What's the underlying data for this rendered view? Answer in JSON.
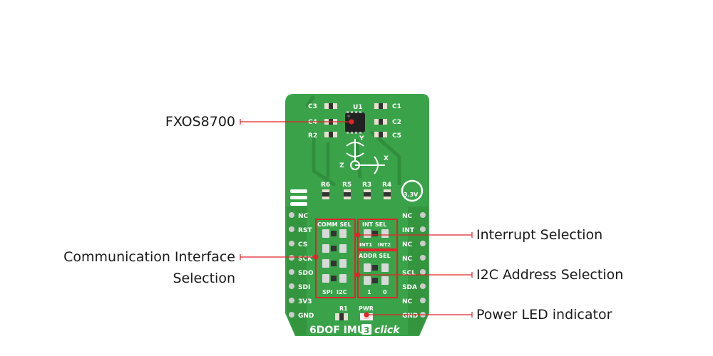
{
  "callouts": {
    "fxos8700": "FXOS8700",
    "comm_interface_line1": "Communication Interface",
    "comm_interface_line2": "Selection",
    "interrupt_selection": "Interrupt Selection",
    "i2c_address_selection": "I2C Address Selection",
    "power_led": "Power LED indicator"
  },
  "board": {
    "name": "6DOF IMU",
    "number": "3",
    "suffix": "click",
    "voltage": "3.3V",
    "chip_label": "U1",
    "components": {
      "c3": "C3",
      "c4": "C4",
      "r2": "R2",
      "c1": "C1",
      "c2": "C2",
      "c5": "C5",
      "r6": "R6",
      "r5": "R5",
      "r3": "R3",
      "r4": "R4",
      "r1": "R1",
      "pwr": "PWR"
    },
    "axes": {
      "x": "X",
      "y": "Y",
      "z": "Z"
    },
    "jumpers": {
      "comm_sel": "COMM SEL",
      "spi": "SPI",
      "i2c": "I2C",
      "int_sel": "INT SEL",
      "int1": "INT1",
      "int2": "INT2",
      "addr_sel": "ADDR SEL",
      "addr_1": "1",
      "addr_0": "0"
    },
    "left_pins": [
      "NC",
      "RST",
      "CS",
      "SCK",
      "SDO",
      "SDI",
      "3V3",
      "GND"
    ],
    "right_pins": [
      "NC",
      "INT",
      "NC",
      "NC",
      "SCL",
      "SDA",
      "NC",
      "GND"
    ]
  },
  "colors": {
    "pcb_green": "#3aa34a",
    "pcb_dark": "#2e8a3b",
    "accent_red": "#e0242a",
    "silk": "#ffffff"
  }
}
